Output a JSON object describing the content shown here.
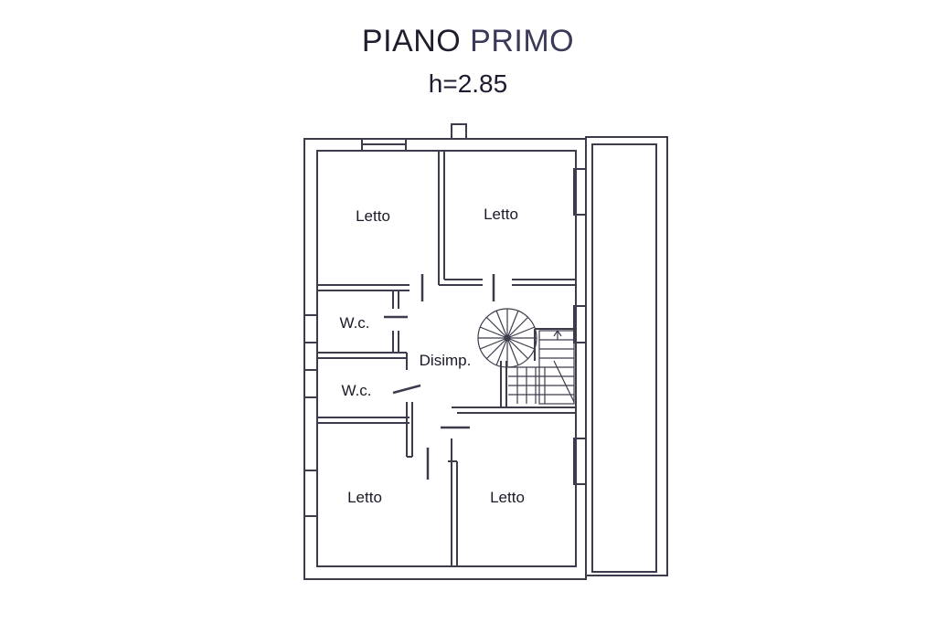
{
  "plan": {
    "title_part1": "PIANO",
    "title_part2": "PRIMO",
    "height_label": "h=2.85"
  },
  "rooms": {
    "letto_top_left": "Letto",
    "letto_top_right": "Letto",
    "wc_upper": "W.c.",
    "disimpegno": "Disimp.",
    "wc_lower": "W.c.",
    "letto_bottom_left": "Letto",
    "letto_bottom_right": "Letto"
  },
  "colors": {
    "wall": "#3c3c4c",
    "ink": "#1a1a28"
  }
}
